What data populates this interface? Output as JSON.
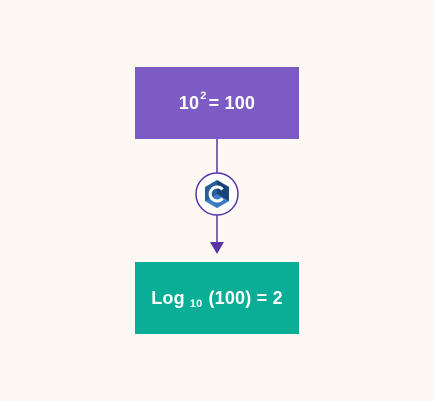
{
  "top_box": {
    "base": "10",
    "exponent": "2",
    "rest": "= 100",
    "color": "#7c5bc4"
  },
  "bottom_box": {
    "prefix": "Log",
    "subscript": "10",
    "rest": "(100) = 2",
    "color": "#0aae96"
  },
  "connector": {
    "icon": "c-language-icon",
    "line_color": "#5a35a8"
  }
}
